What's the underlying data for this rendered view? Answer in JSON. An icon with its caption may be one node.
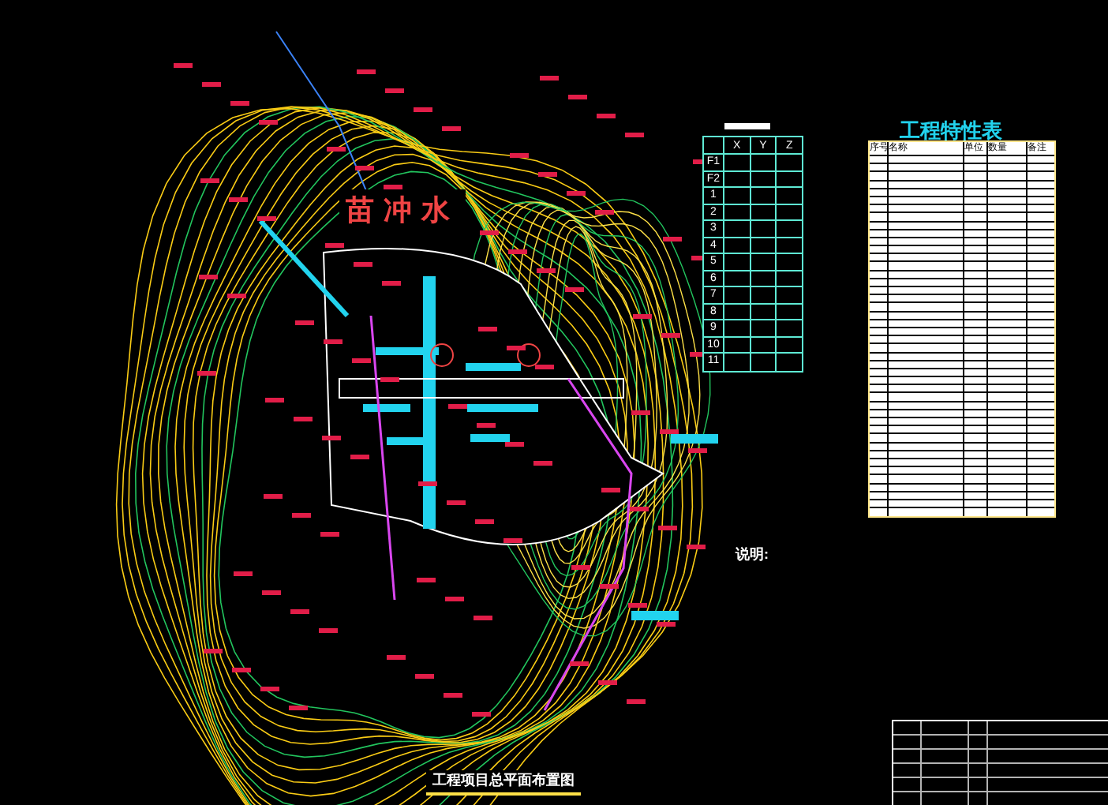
{
  "diagram": {
    "title": "工程项目总平面布置图",
    "labels": [
      "苗冲水",
      "X",
      "Y",
      "Z",
      "F1",
      "F2",
      "1",
      "2",
      "3",
      "4",
      "5",
      "6",
      "7",
      "8",
      "9",
      "10",
      "11",
      "工程特性表",
      "序号",
      "名称",
      "单位",
      "数量",
      "备注",
      "说明:"
    ]
  }
}
